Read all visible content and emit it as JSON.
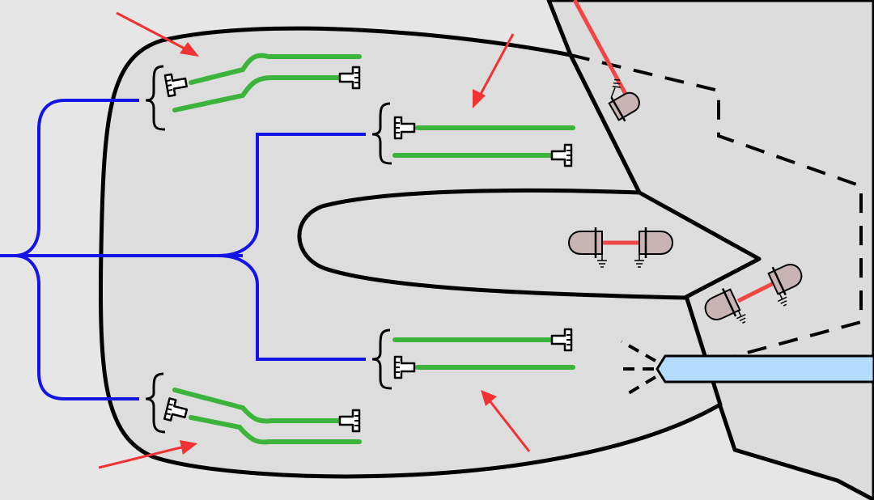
{
  "colors": {
    "background": "#e6e6e6",
    "body_fill": "#dddddd",
    "outline": "#000000",
    "bus_wire": "#1414e6",
    "electrode_wire": "#3cb43c",
    "probe_wire": "#f04646",
    "probe_body": "#c8b4b4",
    "flow_channel": "#b4dcff",
    "pointer_arrow": "#f03232",
    "connector_fill": "#ffffff"
  },
  "components": {
    "electrode_pair_count": 4,
    "probe_count": 3,
    "pointer_arrow_count": 4,
    "icons": [
      "electrode-connector-icon",
      "ground-icon",
      "probe-icon",
      "pointer-arrow-icon"
    ]
  }
}
